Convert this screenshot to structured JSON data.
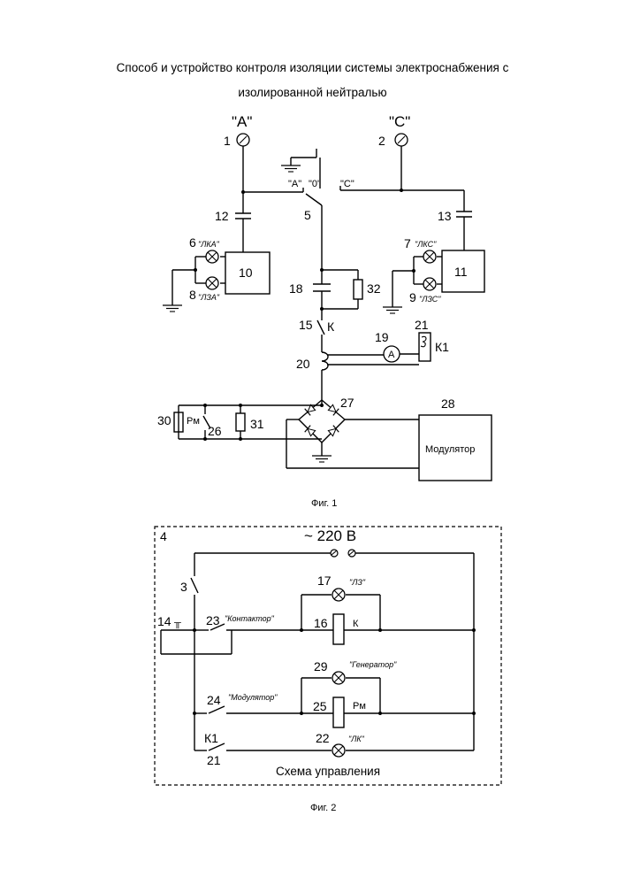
{
  "title_line1": "Способ и устройство контроля изоляции системы электроснабжения с",
  "title_line2": "изолированной нейтралью",
  "fig1": {
    "caption": "Фиг. 1",
    "phase_a": "\"А\"",
    "phase_c": "\"С\"",
    "switch_labels": {
      "a": "\"А\"",
      "zero": "\"0\"",
      "c": "\"С\""
    },
    "num_1": "1",
    "num_2": "2",
    "num_5": "5",
    "num_6": "6",
    "num_7": "7",
    "num_8": "8",
    "num_9": "9",
    "num_10": "10",
    "num_11": "11",
    "num_12": "12",
    "num_13": "13",
    "num_15": "15",
    "num_18": "18",
    "num_19": "19",
    "num_20": "20",
    "num_21": "21",
    "num_26": "26",
    "num_27": "27",
    "num_28": "28",
    "num_30": "30",
    "num_31": "31",
    "num_32": "32",
    "lamp_lka": "\"ЛКА\"",
    "lamp_lza": "\"ЛЗА\"",
    "lamp_lks": "\"ЛКС\"",
    "lamp_lzs": "\"ЛЗС\"",
    "contact_k": "К",
    "relay_k1": "К1",
    "ammeter": "A",
    "relay_rm": "Рм",
    "modulator": "Модулятор"
  },
  "fig2": {
    "caption": "Фиг. 2",
    "block_num": "4",
    "supply": "~ 220 В",
    "scheme_title": "Схема управления",
    "num_3": "3",
    "num_14": "14",
    "num_16": "16",
    "num_17": "17",
    "num_21": "21",
    "num_22": "22",
    "num_23": "23",
    "num_24": "24",
    "num_25": "25",
    "num_29": "29",
    "label_contactor": "\"Контактор\"",
    "label_modulator": "\"Модулятор\"",
    "lamp_lz": "\"ЛЗ\"",
    "lamp_generator": "\"Генератор\"",
    "lamp_lk": "\"ЛК\"",
    "coil_k": "К",
    "coil_rm": "Рм",
    "k1": "К1"
  }
}
